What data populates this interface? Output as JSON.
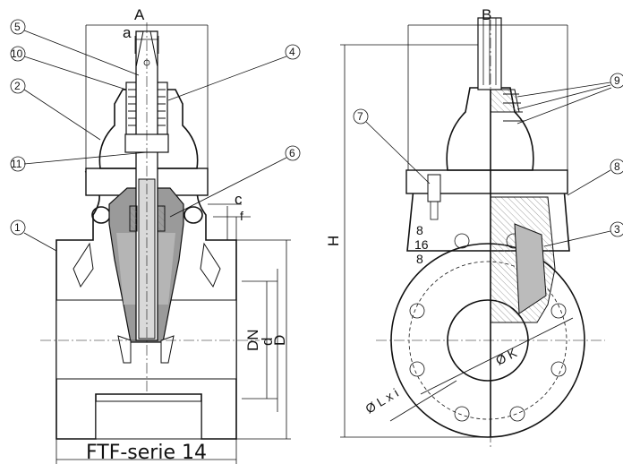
{
  "caption": "FTF-serie 14",
  "dimensions": {
    "A": "A",
    "a": "a",
    "B": "B",
    "H": "H",
    "c": "c",
    "f": "f",
    "DN": "DN",
    "d": "d",
    "D": "D",
    "K": "Ø K",
    "Lxi": "Ø L x i"
  },
  "callouts": [
    "1",
    "2",
    "3",
    "4",
    "5",
    "6",
    "7",
    "8",
    "9",
    "10",
    "11"
  ],
  "body_marking": [
    "8",
    "16",
    "8"
  ]
}
